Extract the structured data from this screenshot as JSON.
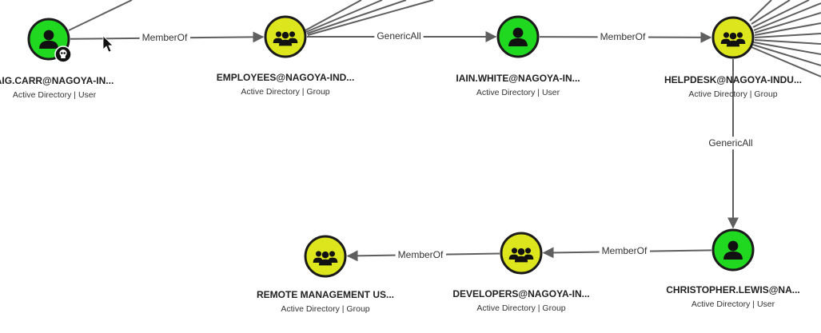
{
  "colors": {
    "user": "#20d820",
    "group": "#dde51c",
    "edge": "#5f5f5f",
    "icon": "#111111"
  },
  "nodes": [
    {
      "id": "craig",
      "kind": "user",
      "title": "AIG.CARR@NAGOYA-IN...",
      "subtitle": "Active Directory | User",
      "icon": "user-icon",
      "owned_badge": "skull-badge-icon"
    },
    {
      "id": "employees",
      "kind": "group",
      "title": "EMPLOYEES@NAGOYA-IND...",
      "subtitle": "Active Directory | Group",
      "icon": "group-icon"
    },
    {
      "id": "iain",
      "kind": "user",
      "title": "IAIN.WHITE@NAGOYA-IN...",
      "subtitle": "Active Directory | User",
      "icon": "user-icon"
    },
    {
      "id": "helpdesk",
      "kind": "group",
      "title": "HELPDESK@NAGOYA-INDU...",
      "subtitle": "Active Directory | Group",
      "icon": "group-icon"
    },
    {
      "id": "christopher",
      "kind": "user",
      "title": "CHRISTOPHER.LEWIS@NA...",
      "subtitle": "Active Directory | User",
      "icon": "user-icon"
    },
    {
      "id": "developers",
      "kind": "group",
      "title": "DEVELOPERS@NAGOYA-IN...",
      "subtitle": "Active Directory | Group",
      "icon": "group-icon"
    },
    {
      "id": "remote",
      "kind": "group",
      "title": "REMOTE MANAGEMENT US...",
      "subtitle": "Active Directory | Group",
      "icon": "group-icon"
    }
  ],
  "edges": [
    {
      "from": "craig",
      "to": "employees",
      "label": "MemberOf"
    },
    {
      "from": "employees",
      "to": "iain",
      "label": "GenericAll"
    },
    {
      "from": "iain",
      "to": "helpdesk",
      "label": "MemberOf"
    },
    {
      "from": "helpdesk",
      "to": "christopher",
      "label": "GenericAll"
    },
    {
      "from": "christopher",
      "to": "developers",
      "label": "MemberOf"
    },
    {
      "from": "developers",
      "to": "remote",
      "label": "MemberOf"
    }
  ]
}
